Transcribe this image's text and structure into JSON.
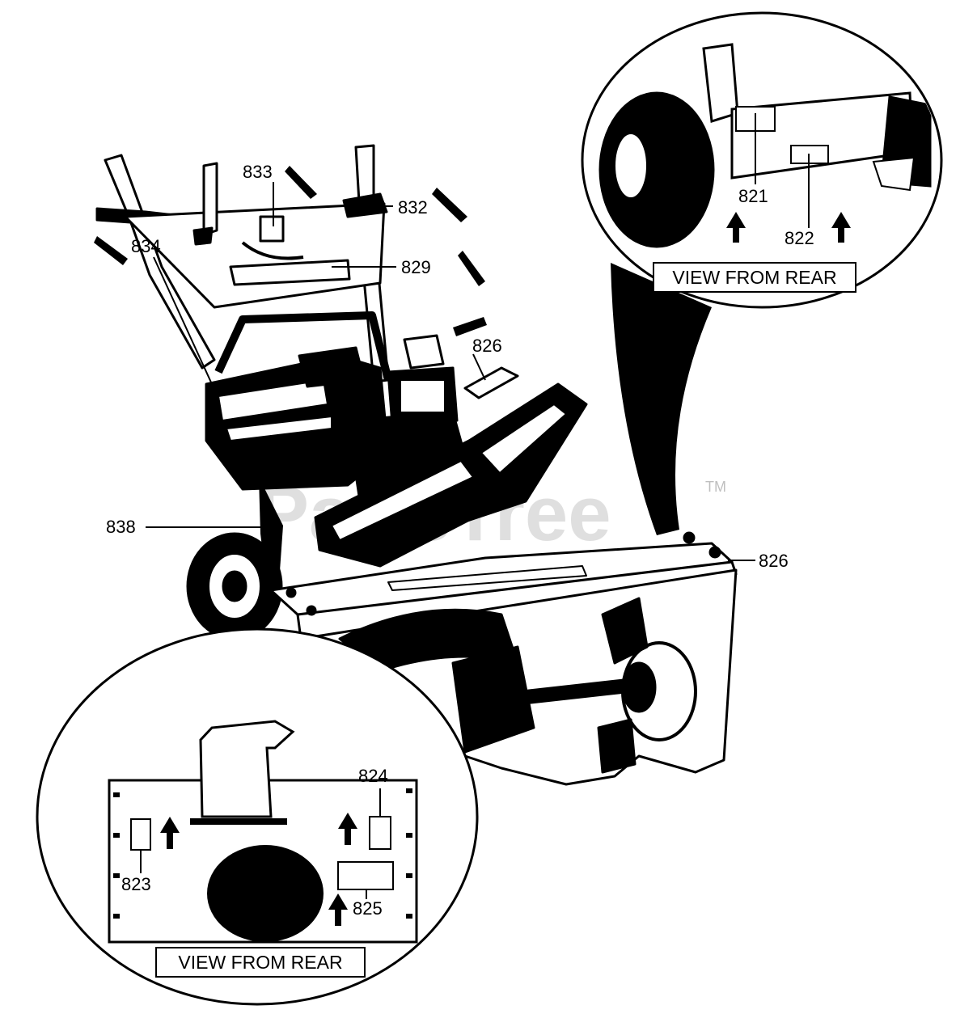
{
  "callouts": {
    "c821": "821",
    "c822": "822",
    "c823": "823",
    "c824": "824",
    "c825": "825",
    "c826_top": "826",
    "c826_right": "826",
    "c829": "829",
    "c832": "832",
    "c833": "833",
    "c834": "834",
    "c838": "838"
  },
  "insets": {
    "top_right_caption": "VIEW FROM REAR",
    "bottom_left_caption": "VIEW FROM REAR"
  },
  "watermark": {
    "text": "PartsTree",
    "trademark": "TM"
  },
  "colors": {
    "ink": "#000000",
    "paper": "#ffffff"
  }
}
